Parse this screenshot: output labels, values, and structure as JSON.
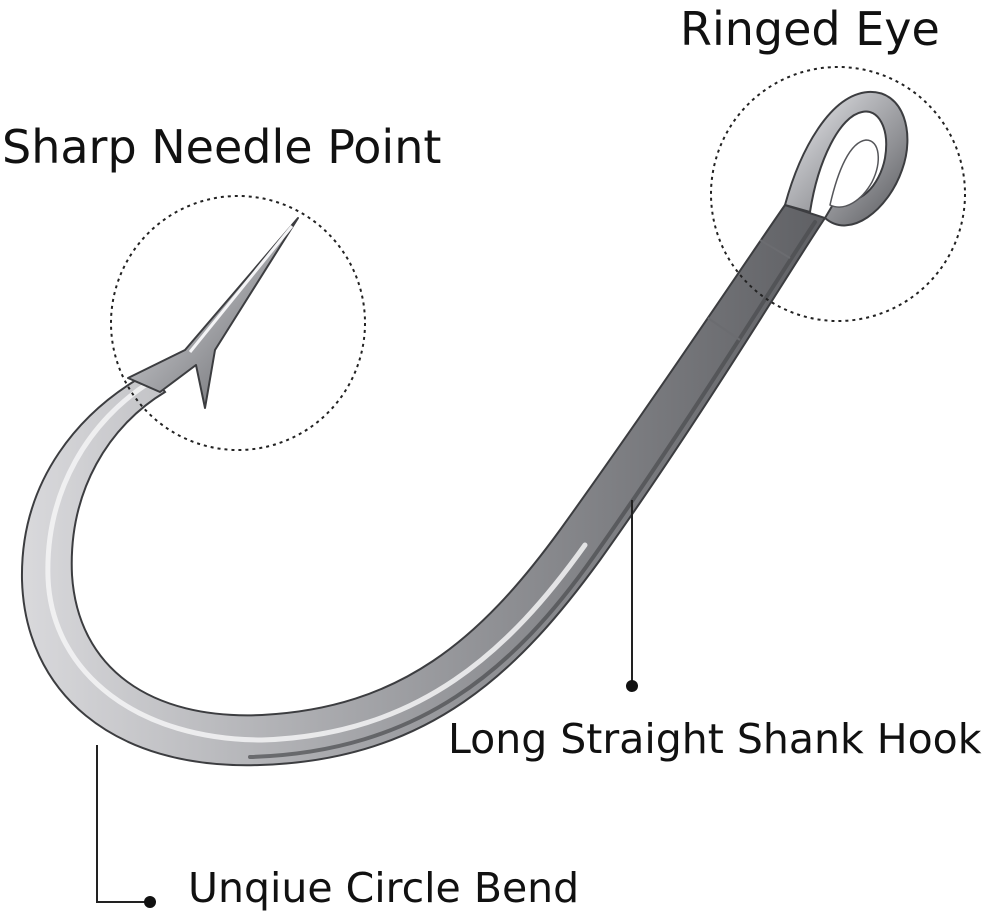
{
  "labels": {
    "needle_point": "Sharp Needle Point",
    "ringed_eye": "Ringed Eye",
    "straight_shank": "Long Straight Shank Hook",
    "circle_bend": "Unqiue Circle Bend"
  },
  "colors": {
    "background": "#ffffff",
    "text": "#111111",
    "callout": "#222222",
    "steel_light": "#e8e8ea",
    "steel_mid": "#a9a9ad",
    "steel_dark": "#55565a",
    "steel_edge": "#3c3d40"
  }
}
